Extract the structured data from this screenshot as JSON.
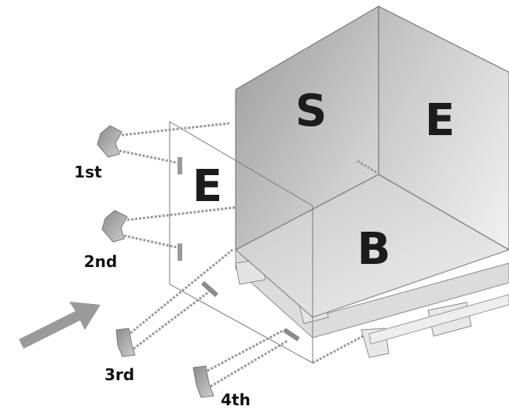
{
  "panels": {
    "side": "S",
    "end_back": "E",
    "base": "B",
    "end_front": "E"
  },
  "steps": [
    "1st",
    "2nd",
    "3rd",
    "4th"
  ],
  "colors": {
    "panel_dark": "#8c8c8c",
    "panel_light": "#e6e6e6",
    "line": "#9a9a9a",
    "text": "#1c1c1c"
  },
  "icons": {
    "direction": "arrow-icon",
    "part": "bracket-icon"
  }
}
